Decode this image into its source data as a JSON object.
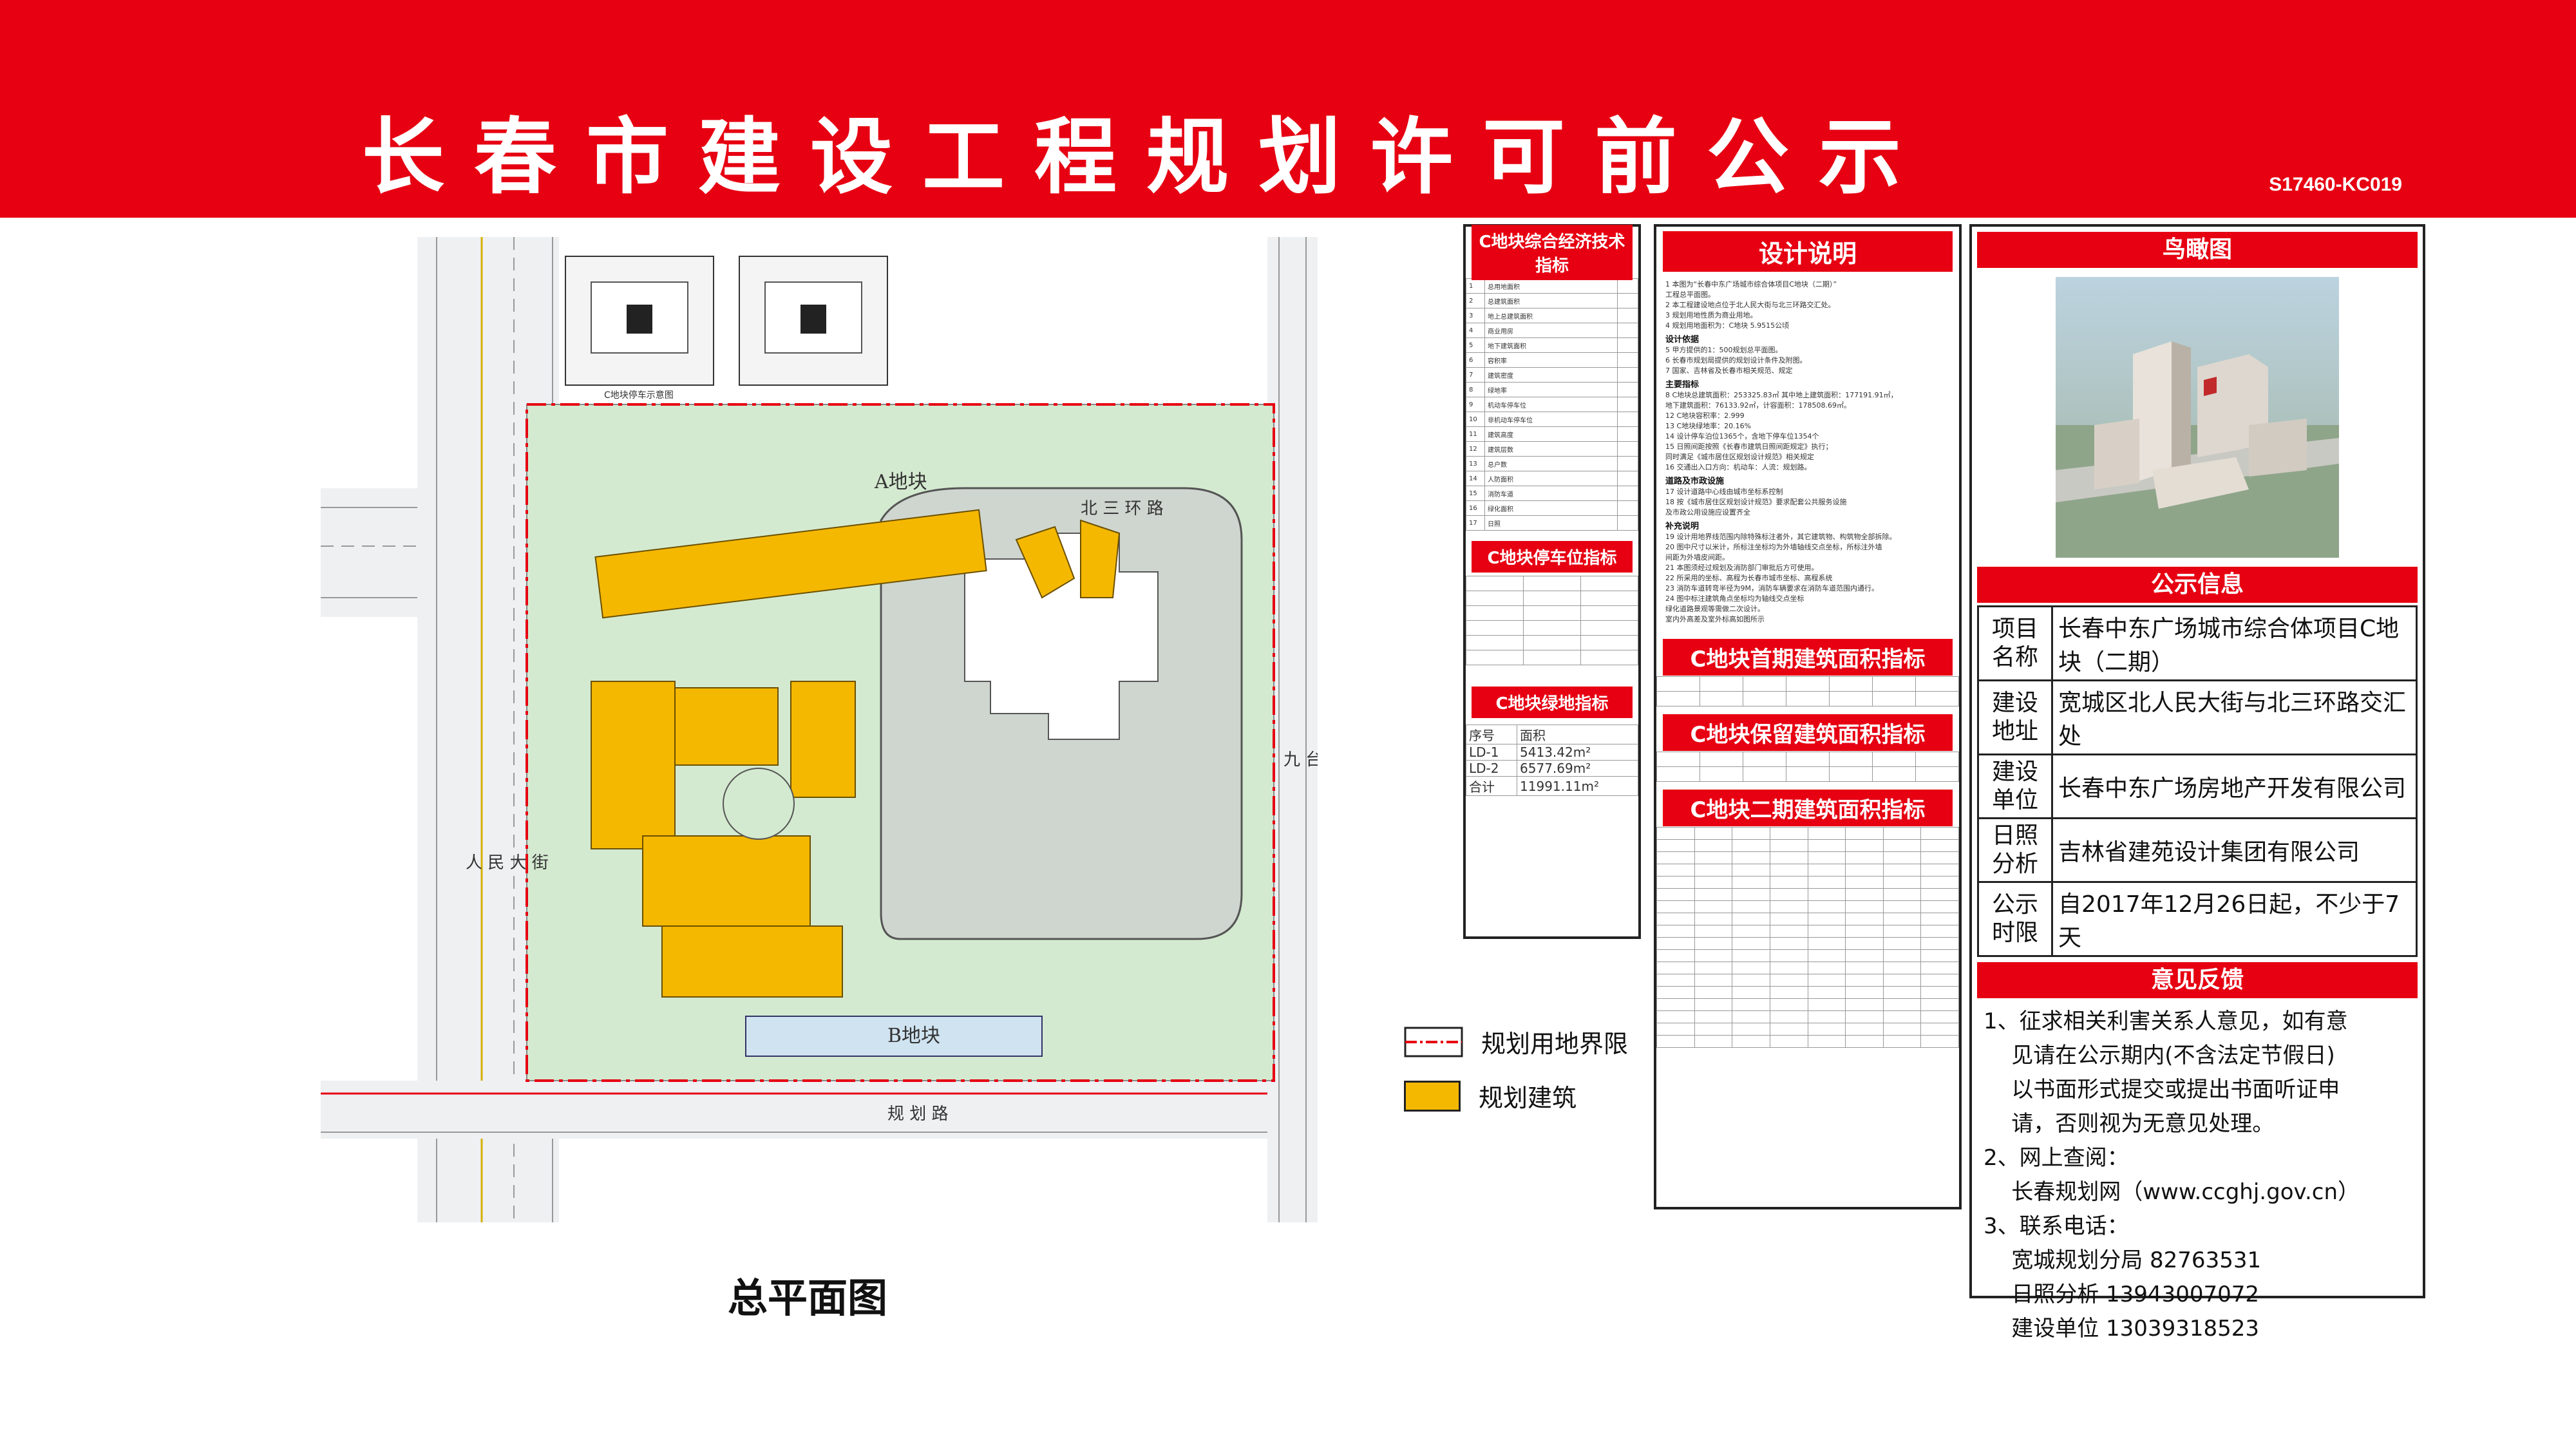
{
  "banner": {
    "title": "长春市建设工程规划许可前公示",
    "code": "S17460-KC019"
  },
  "site_plan": {
    "caption": "总平面图",
    "parcel_a": "A地块",
    "parcel_b": "B地块",
    "road_north": "北 三 环 路",
    "road_west": "人 民 大 街",
    "road_east": "九 台 路",
    "road_south": "规 划 路",
    "inset_caption": "C地块停车示意图"
  },
  "legend": {
    "boundary_label": "规划用地界限",
    "building_label": "规划建筑",
    "boundary_color": "#e60012",
    "building_color": "#f5b800"
  },
  "tech_table": {
    "title": "C地块综合经济技术指标",
    "rows": [
      "总用地面积",
      "总建筑面积",
      "地上总建筑面积",
      "商业用房",
      "地下建筑面积",
      "容积率",
      "建筑密度",
      "绿地率",
      "机动车停车位",
      "非机动车停车位",
      "建筑高度",
      "建筑层数",
      "总户数",
      "人防面积",
      "消防车道",
      "绿化面积",
      "日照"
    ]
  },
  "parking_table": {
    "title": "C地块停车位指标"
  },
  "green_table": {
    "title": "C地块绿地指标",
    "header": [
      "序号",
      "面积"
    ],
    "rows": [
      {
        "id": "LD-1",
        "area": "5413.42m²"
      },
      {
        "id": "LD-2",
        "area": "6577.69m²"
      },
      {
        "id": "合计",
        "area": "11991.11m²"
      }
    ]
  },
  "design_notes": {
    "title": "设计说明",
    "basis_title": "设计依据",
    "indicator_title": "主要指标",
    "road_title": "道路及市政设施",
    "extra_title": "补充说明",
    "lines_a": [
      "1  本图为“长春中东广场城市综合体项目C地块（二期）”",
      "   工程总平面图。",
      "2  本工程建设地点位于北人民大街与北三环路交汇处。",
      "3  规划用地性质为商业用地。",
      "4  规划用地面积为：C地块  5.9515公顷"
    ],
    "lines_b": [
      "5  甲方提供的1：500规划总平面图。",
      "6  长春市规划局提供的规划设计条件及附图。",
      "7  国家、吉林省及长春市相关规范、规定"
    ],
    "lines_c": [
      "8  C地块总建筑面积：253325.83㎡ 其中地上建筑面积：177191.91㎡，",
      "   地下建筑面积：76133.92㎡，计容面积：178508.69㎡。",
      "12 C地块容积率：2.999",
      "13 C地块绿地率：20.16%",
      "14 设计停车泊位1365个，含地下停车位1354个",
      "15 日照间距按照《长春市建筑日照间距规定》执行；",
      "   同时满足《城市居住区规划设计规范》相关规定",
      "16 交通出入口方向：机动车：人流：规划路。"
    ],
    "lines_d": [
      "17  设计道路中心线由城市坐标系控制",
      "18  按《城市居住区规划设计规范》要求配套公共服务设施",
      "     及市政公用设施应设置齐全"
    ],
    "lines_e": [
      "19  设计用地界线范围内除特殊标注者外，其它建筑物、构筑物全部拆除。",
      "20  图中尺寸以米计，所标注坐标均为外墙轴线交点坐标，所标注外墙",
      "     间距为外墙皮间距。",
      "21  本图须经过规划及消防部门审批后方可使用。",
      "22  所采用的坐标、高程为长春市城市坐标、高程系统",
      "23  消防车道转弯半径为9M，消防车辆要求在消防车道范围内通行。",
      "24  图中标注建筑角点坐标均为轴线交点坐标",
      "     绿化道路景观等需做二次设计。",
      "     室内外高差及室外标高如图所示"
    ]
  },
  "area_tables": {
    "phase1_title": "C地块首期建筑面积指标",
    "keep_title": "C地块保留建筑面积指标",
    "phase2_title": "C地块二期建筑面积指标"
  },
  "aerial": {
    "title": "鸟瞰图"
  },
  "public_info": {
    "title": "公示信息",
    "rows": [
      {
        "key": "项目名称",
        "value": "长春中东广场城市综合体项目C地块（二期）"
      },
      {
        "key": "建设地址",
        "value": "宽城区北人民大街与北三环路交汇处"
      },
      {
        "key": "建设单位",
        "value": "长春中东广场房地产开发有限公司"
      },
      {
        "key": "日照分析",
        "value": "吉林省建苑设计集团有限公司"
      },
      {
        "key": "公示时限",
        "value": "自2017年12月26日起，不少于7天"
      }
    ]
  },
  "feedback": {
    "title": "意见反馈",
    "items": [
      "1、征求相关利害关系人意见，如有意",
      "    见请在公示期内(不含法定节假日)",
      "    以书面形式提交或提出书面听证申",
      "    请，否则视为无意见处理。",
      "2、网上查阅：",
      "    长春规划网（www.ccghj.gov.cn）",
      "3、联系电话：",
      "    宽城规划分局 82763531",
      "    日照分析 13943007072",
      "    建设单位 13039318523"
    ]
  }
}
